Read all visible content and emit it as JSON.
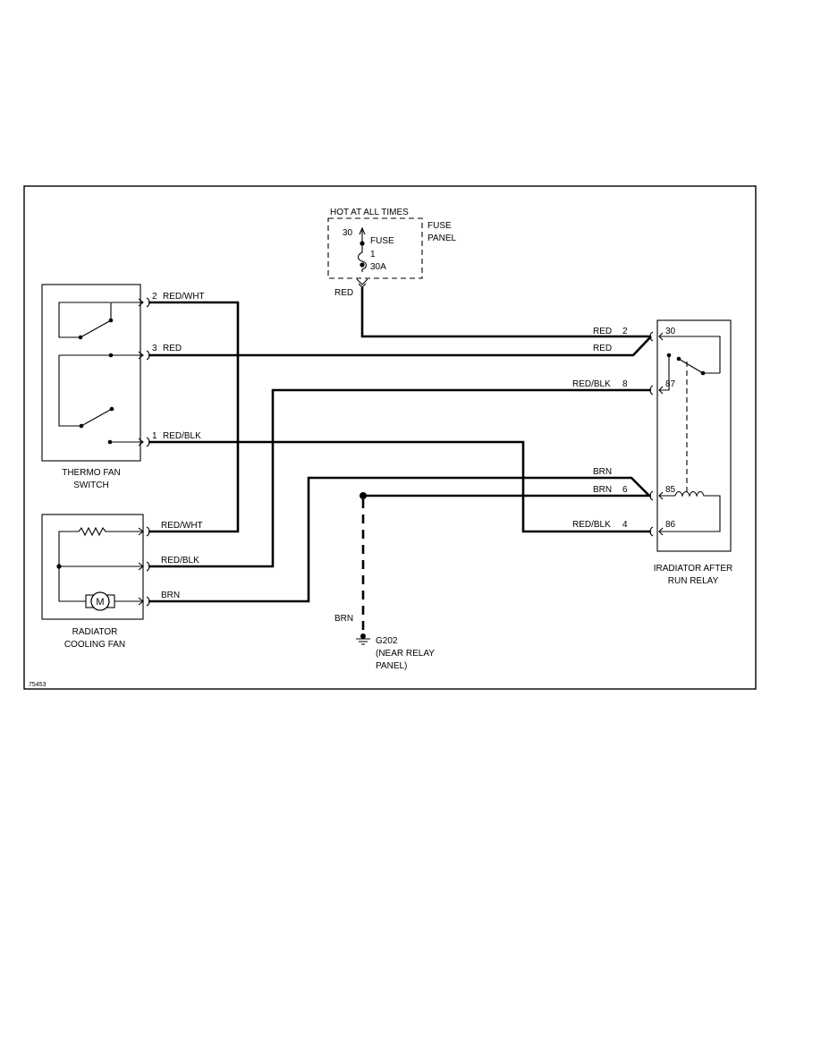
{
  "colors": {
    "ink": "#000000",
    "background": "#ffffff"
  },
  "fuse_panel": {
    "hot_label": "HOT AT ALL TIMES",
    "terminal": "30",
    "fuse_label": "FUSE",
    "fuse_number": "1",
    "fuse_rating": "30A",
    "panel_label_1": "FUSE",
    "panel_label_2": "PANEL",
    "output_wire": "RED"
  },
  "thermo_switch": {
    "name_line1": "THERMO FAN",
    "name_line2": "SWITCH",
    "pin2": "2",
    "pin2_wire": "RED/WHT",
    "pin3": "3",
    "pin3_wire": "RED",
    "pin1": "1",
    "pin1_wire": "RED/BLK"
  },
  "cooling_fan": {
    "name_line1": "RADIATOR",
    "name_line2": "COOLING FAN",
    "wire1": "RED/WHT",
    "wire2": "RED/BLK",
    "wire3": "BRN",
    "motor_symbol": "M"
  },
  "relay": {
    "name_line1": "IRADIATOR AFTER",
    "name_line2": "RUN RELAY",
    "t30": "30",
    "t87": "87",
    "t85": "85",
    "t86": "86",
    "w_red_upper": "RED",
    "w_red_upper_pin": "2",
    "w_red_lower": "RED",
    "w_redblk_87": "RED/BLK",
    "w_redblk_87_pin": "8",
    "w_brn_upper": "BRN",
    "w_brn_85": "BRN",
    "w_brn_85_pin": "6",
    "w_redblk_86": "RED/BLK",
    "w_redblk_86_pin": "4"
  },
  "ground": {
    "wire": "BRN",
    "id": "G202",
    "note_line1": "(NEAR RELAY",
    "note_line2": "PANEL)"
  },
  "figure_id": "75453"
}
